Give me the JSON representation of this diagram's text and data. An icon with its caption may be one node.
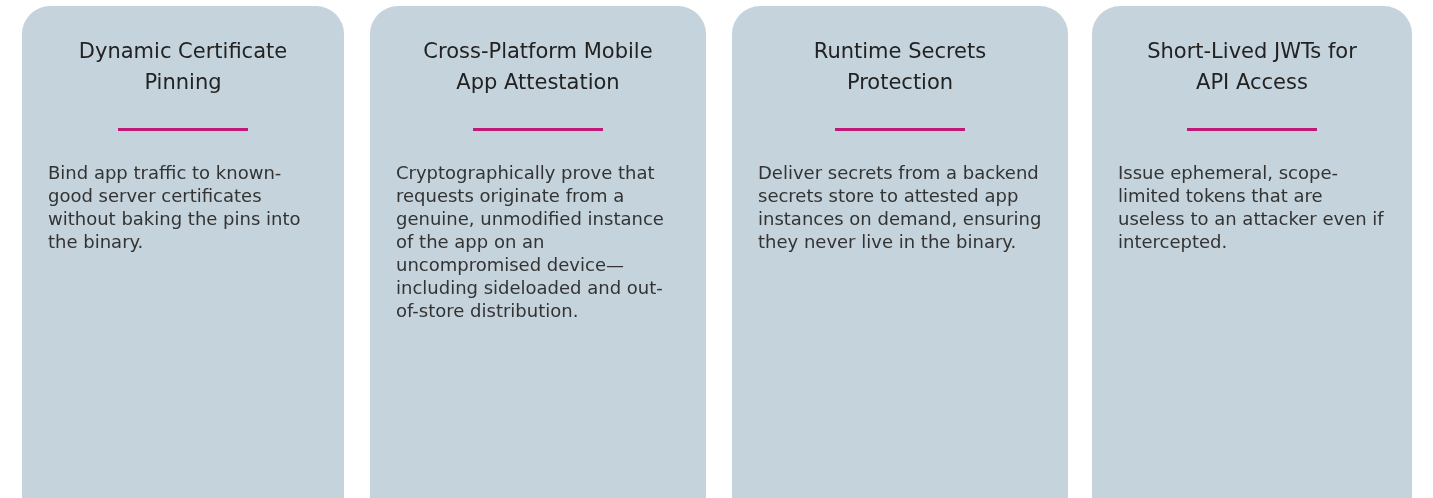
{
  "diagram": {
    "nodes": [
      {
        "text": [
          "Dynamic Certificate Pinning",
          "Bind app traffic to known-good server certificates without baking the pins into the binary."
        ]
      },
      {
        "text": [
          "Cross-Platform Mobile App Attestation",
          "Cryptographically prove that requests originate from a genuine, unmodified instance of the app on an uncompromised device—including sideloaded and out-of-store distribution."
        ]
      },
      {
        "text": [
          "Runtime Secrets Protection",
          "Deliver secrets from a backend secrets store to attested app instances on demand, ensuring they never live in the binary."
        ]
      },
      {
        "text": [
          "Short-Lived JWTs for API Access",
          "Issue ephemeral, scope-limited tokens that are useless to an attacker even if intercepted."
        ]
      }
    ]
  }
}
